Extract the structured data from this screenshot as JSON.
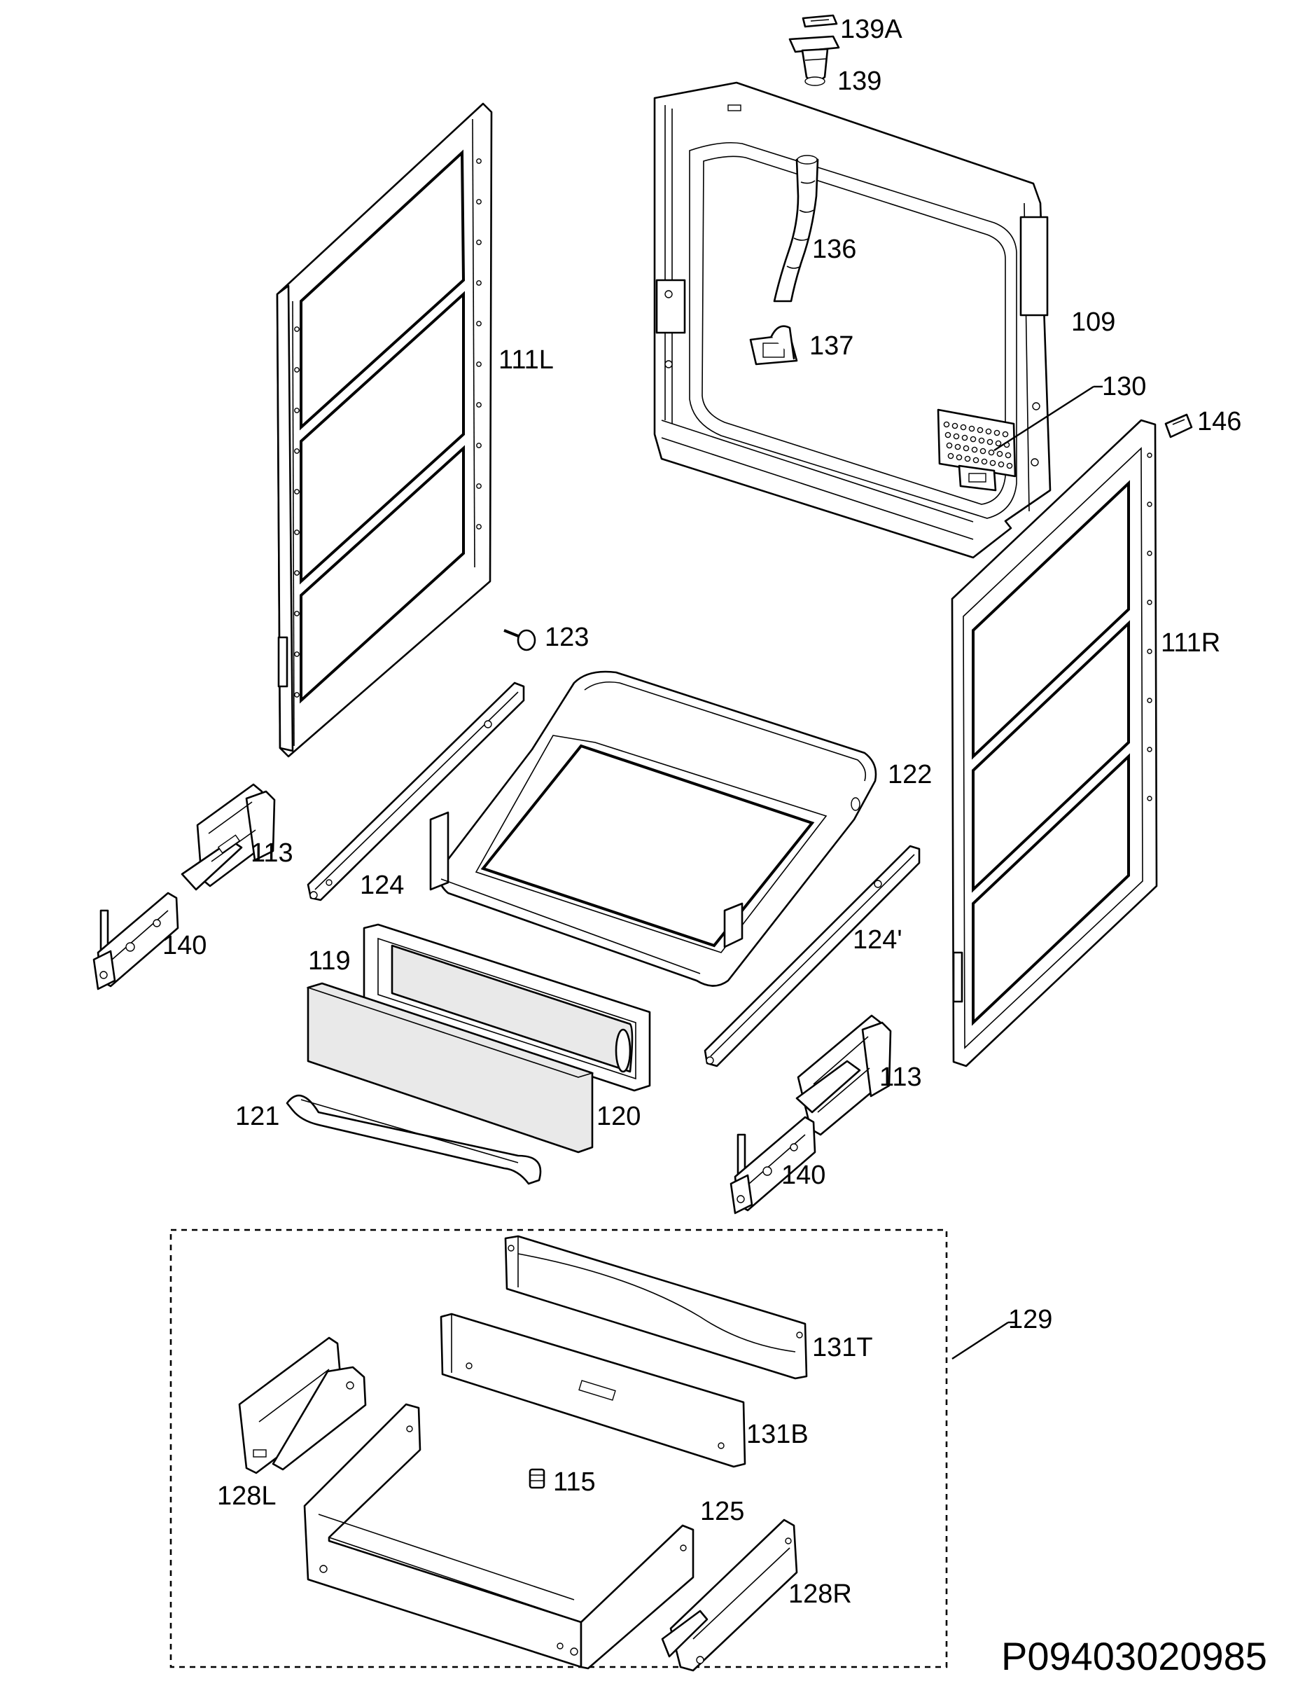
{
  "labels": {
    "p139a": "139A",
    "p139": "139",
    "p136": "136",
    "p137": "137",
    "p109": "109",
    "p130": "130",
    "p146": "146",
    "p111l": "111L",
    "p111r": "111R",
    "p123": "123",
    "p122": "122",
    "p113a": "113",
    "p113b": "113",
    "p124a": "124",
    "p124b": "124'",
    "p140a": "140",
    "p140b": "140",
    "p119": "119",
    "p120": "120",
    "p121": "121",
    "p129": "129",
    "p131t": "131T",
    "p131b": "131B",
    "p115": "115",
    "p125": "125",
    "p128l": "128L",
    "p128r": "128R"
  },
  "drawing_code": "P09403020985",
  "colors": {
    "line": "#000000",
    "background": "#ffffff"
  }
}
